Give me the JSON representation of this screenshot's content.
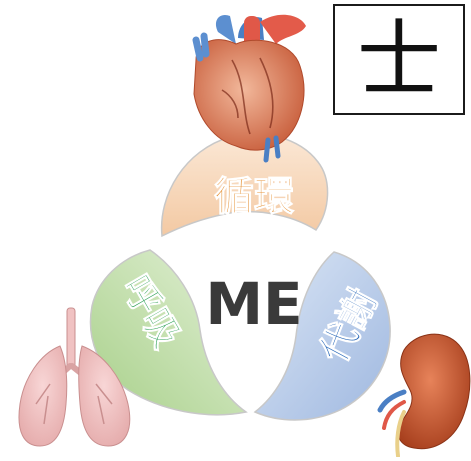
{
  "badge": {
    "kanji": "士"
  },
  "center": {
    "label": "ME"
  },
  "petals": {
    "top": {
      "label": "循環",
      "organ": "heart-icon"
    },
    "left": {
      "label": "呼吸",
      "organ": "lungs-icon"
    },
    "right": {
      "label": "代謝",
      "organ": "kidney-icon"
    }
  },
  "colors": {
    "circulation_fill": "#f7d9bf",
    "circulation_text": "#e38b2a",
    "respiration_fill": "#bcdca4",
    "respiration_text": "#1f9a4a",
    "metabolism_fill": "#b8cbe9",
    "metabolism_text": "#2868b8",
    "center_text": "#3a3a3a"
  }
}
